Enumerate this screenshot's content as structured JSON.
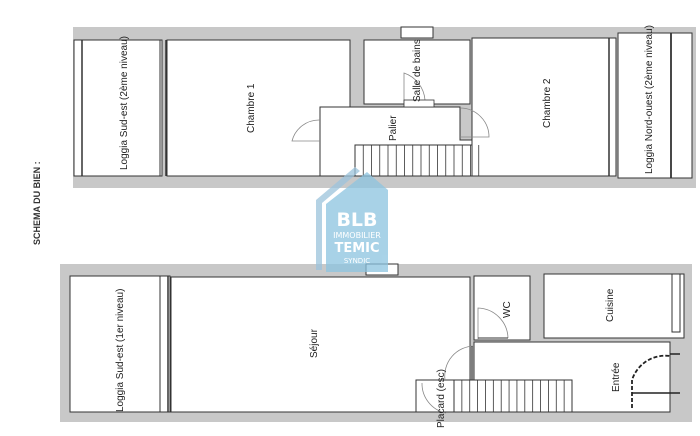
{
  "page": {
    "title": "SCHEMA DU BIEN :"
  },
  "colors": {
    "wall": "#c8c8c8",
    "line": "#333333",
    "room": "#ffffff",
    "logo_blue": "#7fb8d8",
    "logo_text": "#ffffff"
  },
  "upper_level": {
    "rooms": [
      {
        "label": "Loggia Sud-est (2ème niveau)"
      },
      {
        "label": "Chambre 1"
      },
      {
        "label": "Palier"
      },
      {
        "label": "Salle de bains"
      },
      {
        "label": "Chambre 2"
      },
      {
        "label": "Loggia Nord-ouest (2ème niveau)"
      }
    ]
  },
  "lower_level": {
    "rooms": [
      {
        "label": "Loggia Sud-est (1er niveau)"
      },
      {
        "label": "Séjour"
      },
      {
        "label": "WC"
      },
      {
        "label": "Cuisine"
      },
      {
        "label": "Entrée"
      },
      {
        "label": "Placard (esc)"
      }
    ]
  },
  "logo": {
    "line1": "BLB",
    "line2": "IMMOBILIER",
    "line3": "TEMIC",
    "line4": "SYNDIC"
  }
}
